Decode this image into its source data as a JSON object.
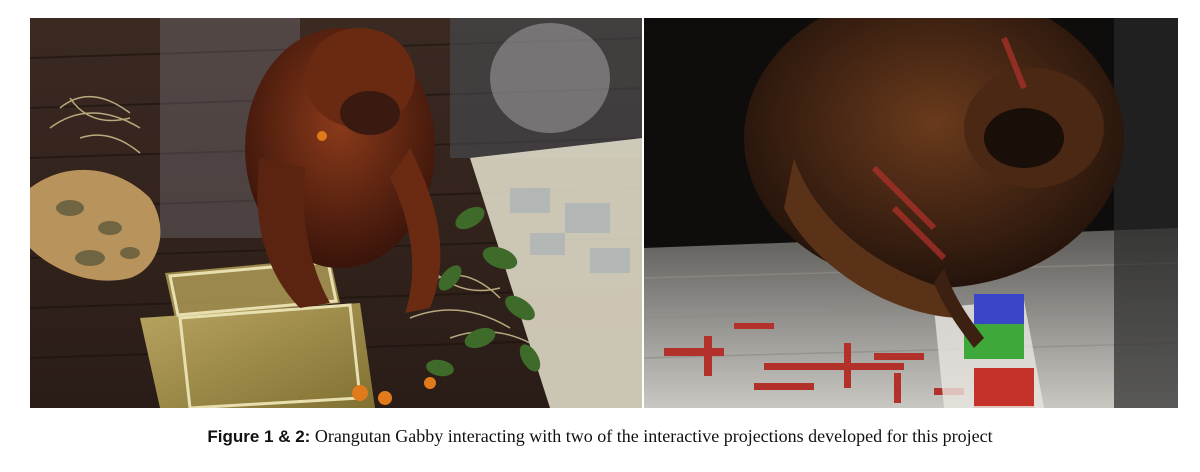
{
  "figure": {
    "images": [
      {
        "name": "photo-orangutan-floor-projection",
        "kind": "photograph"
      },
      {
        "name": "photo-orangutan-touch-projection",
        "kind": "photograph"
      }
    ],
    "caption": {
      "label": "Figure 1 & 2:",
      "text": " Orangutan Gabby interacting with two of the interactive projections developed for this project"
    }
  }
}
